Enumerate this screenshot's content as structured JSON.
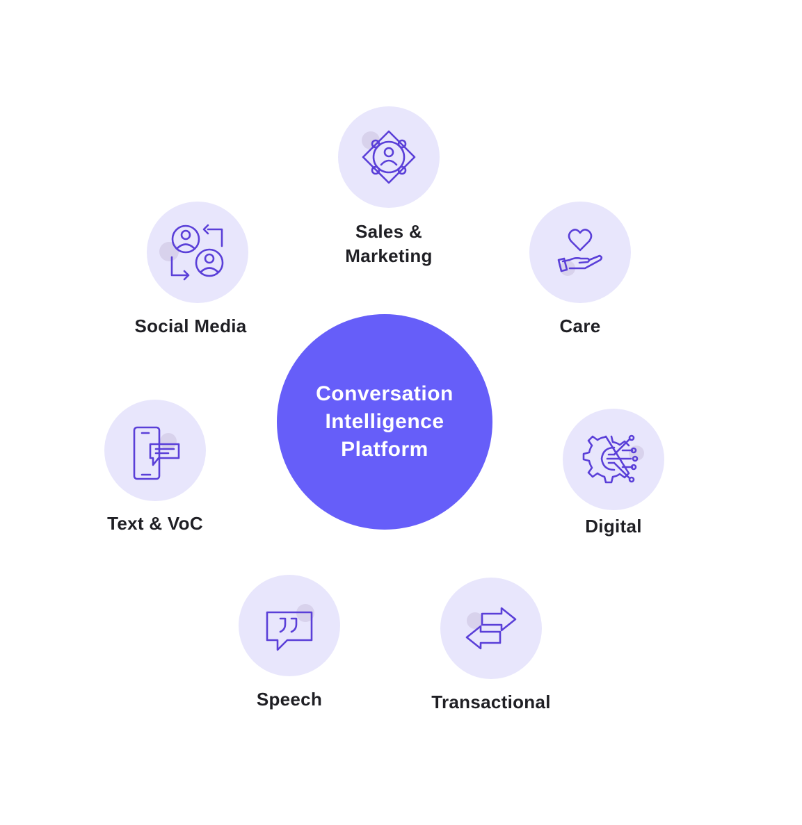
{
  "hub": {
    "label": "Conversation Intelligence Platform"
  },
  "nodes": [
    {
      "label": "Sales & Marketing",
      "icon": "people-network-icon"
    },
    {
      "label": "Care",
      "icon": "heart-hand-icon"
    },
    {
      "label": "Digital",
      "icon": "gear-circuit-icon"
    },
    {
      "label": "Transactional",
      "icon": "exchange-arrows-icon"
    },
    {
      "label": "Speech",
      "icon": "quote-bubble-icon"
    },
    {
      "label": "Text & VoC",
      "icon": "phone-message-icon"
    },
    {
      "label": "Social Media",
      "icon": "user-swap-icon"
    }
  ],
  "colors": {
    "hub": "#665ef9",
    "node_circle": "#e8e6fc",
    "icon_stroke": "#5a3fd8",
    "label_text": "#1f1f24"
  }
}
